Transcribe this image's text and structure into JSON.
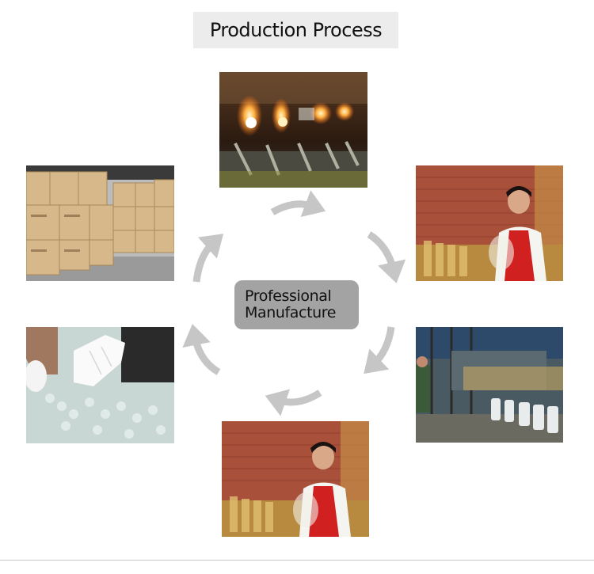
{
  "header": {
    "title": "Production Process"
  },
  "center": {
    "line1": "Professional",
    "line2": "Manufacture"
  },
  "photos": [
    {
      "name": "photo-glass-flame-heating",
      "description": "glass tubes heated over burner flames"
    },
    {
      "name": "photo-worker-inspecting-right",
      "description": "worker in red apron with glassware"
    },
    {
      "name": "photo-annealing-conveyor",
      "description": "glass vases on conveyor line"
    },
    {
      "name": "photo-worker-inspecting-bottom",
      "description": "worker in red apron inspecting glass"
    },
    {
      "name": "photo-bubble-wrap-packing",
      "description": "gloved hands wrapping glass in bubble wrap"
    },
    {
      "name": "photo-carton-boxes-stacked",
      "description": "stacked cardboard shipping cartons"
    }
  ],
  "colors": {
    "arrow": "#c6c6c6",
    "title_bg": "#ececec",
    "center_bg": "#a3a3a3"
  },
  "icons": {
    "cycle_arrow": "curved-arrow-icon"
  }
}
